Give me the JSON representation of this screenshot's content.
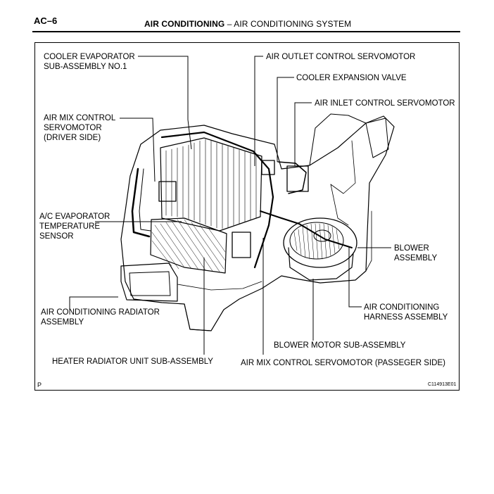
{
  "header": {
    "page_code": "AC–6",
    "section": "AIR CONDITIONING",
    "separator": "–",
    "subsection": "AIR CONDITIONING SYSTEM"
  },
  "figure": {
    "corner_mark": "P",
    "figure_id": "C114913E01",
    "labels": {
      "cooler_evaporator": "COOLER EVAPORATOR\nSUB-ASSEMBLY NO.1",
      "air_outlet_servomotor": "AIR OUTLET CONTROL SERVOMOTOR",
      "cooler_expansion_valve": "COOLER EXPANSION VALVE",
      "air_inlet_servomotor": "AIR INLET CONTROL SERVOMOTOR",
      "air_mix_servomotor_driver": "AIR MIX CONTROL\nSERVOMOTOR\n(DRIVER SIDE)",
      "ac_evaporator_temp_sensor": "A/C EVAPORATOR\nTEMPERATURE\nSENSOR",
      "blower_assembly": "BLOWER\nASSEMBLY",
      "ac_radiator_assembly": "AIR CONDITIONING RADIATOR\nASSEMBLY",
      "ac_harness_assembly": "AIR CONDITIONING\nHARNESS ASSEMBLY",
      "blower_motor": "BLOWER MOTOR SUB-ASSEMBLY",
      "heater_radiator_unit": "HEATER RADIATOR UNIT SUB-ASSEMBLY",
      "air_mix_servomotor_passenger": "AIR MIX CONTROL SERVOMOTOR (PASSEGER SIDE)"
    }
  }
}
